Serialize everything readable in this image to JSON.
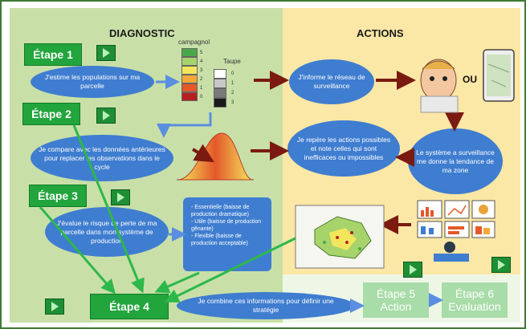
{
  "titles": {
    "diagnostic": "DIAGNOSTIC",
    "actions": "ACTIONS"
  },
  "legend": {
    "campagnol_title": "campagnol",
    "campagnol_levels": [
      "5",
      "4",
      "3",
      "2",
      "1",
      "0"
    ],
    "campagnol_colors": [
      "#4aa84a",
      "#a7d36b",
      "#f4e65c",
      "#f4a83a",
      "#e4582a",
      "#b51f1f"
    ],
    "taupe_title": "Taupe",
    "taupe_levels": [
      "0",
      "1",
      "2",
      "3"
    ],
    "taupe_colors": [
      "#ffffff",
      "#c8c8c8",
      "#7a7a7a",
      "#1a1a1a"
    ]
  },
  "steps": {
    "etape1": "Étape 1",
    "etape2": "Étape 2",
    "etape3": "Étape 3",
    "etape4": "Étape 4",
    "etape5_line1": "Étape 5",
    "etape5_line2": "Action",
    "etape6_line1": "Étape 6",
    "etape6_line2": "Evaluation"
  },
  "bubbles": {
    "estime": "J'estime les populations sur ma parcelle",
    "compare": "Je compare avec les données antérieures pour replacer les observations dans le cycle",
    "evalue": "J'évalue le risque de perte de ma parcelle dans mon système de production",
    "combine": "Je combine ces informations pour définir une stratégie",
    "informe": "J'informe le réseau de surveillance",
    "repere": "Je repère les actions possibles et note celles qui sont inefficaces ou impossibles",
    "systeme": "Le système a surveillance me donne la tendance de ma zone"
  },
  "scroll_items": [
    "- Essentielle (baisse de production dramatique)",
    "- Utile (baisse de production gênante)",
    "- Flexible (baisse de production acceptable)"
  ],
  "ou_label": "OU",
  "colors": {
    "green_dark": "#22a53c",
    "blue": "#3f7dd0",
    "arrow_red": "#7a1a10",
    "arrow_green": "#2db84a"
  }
}
